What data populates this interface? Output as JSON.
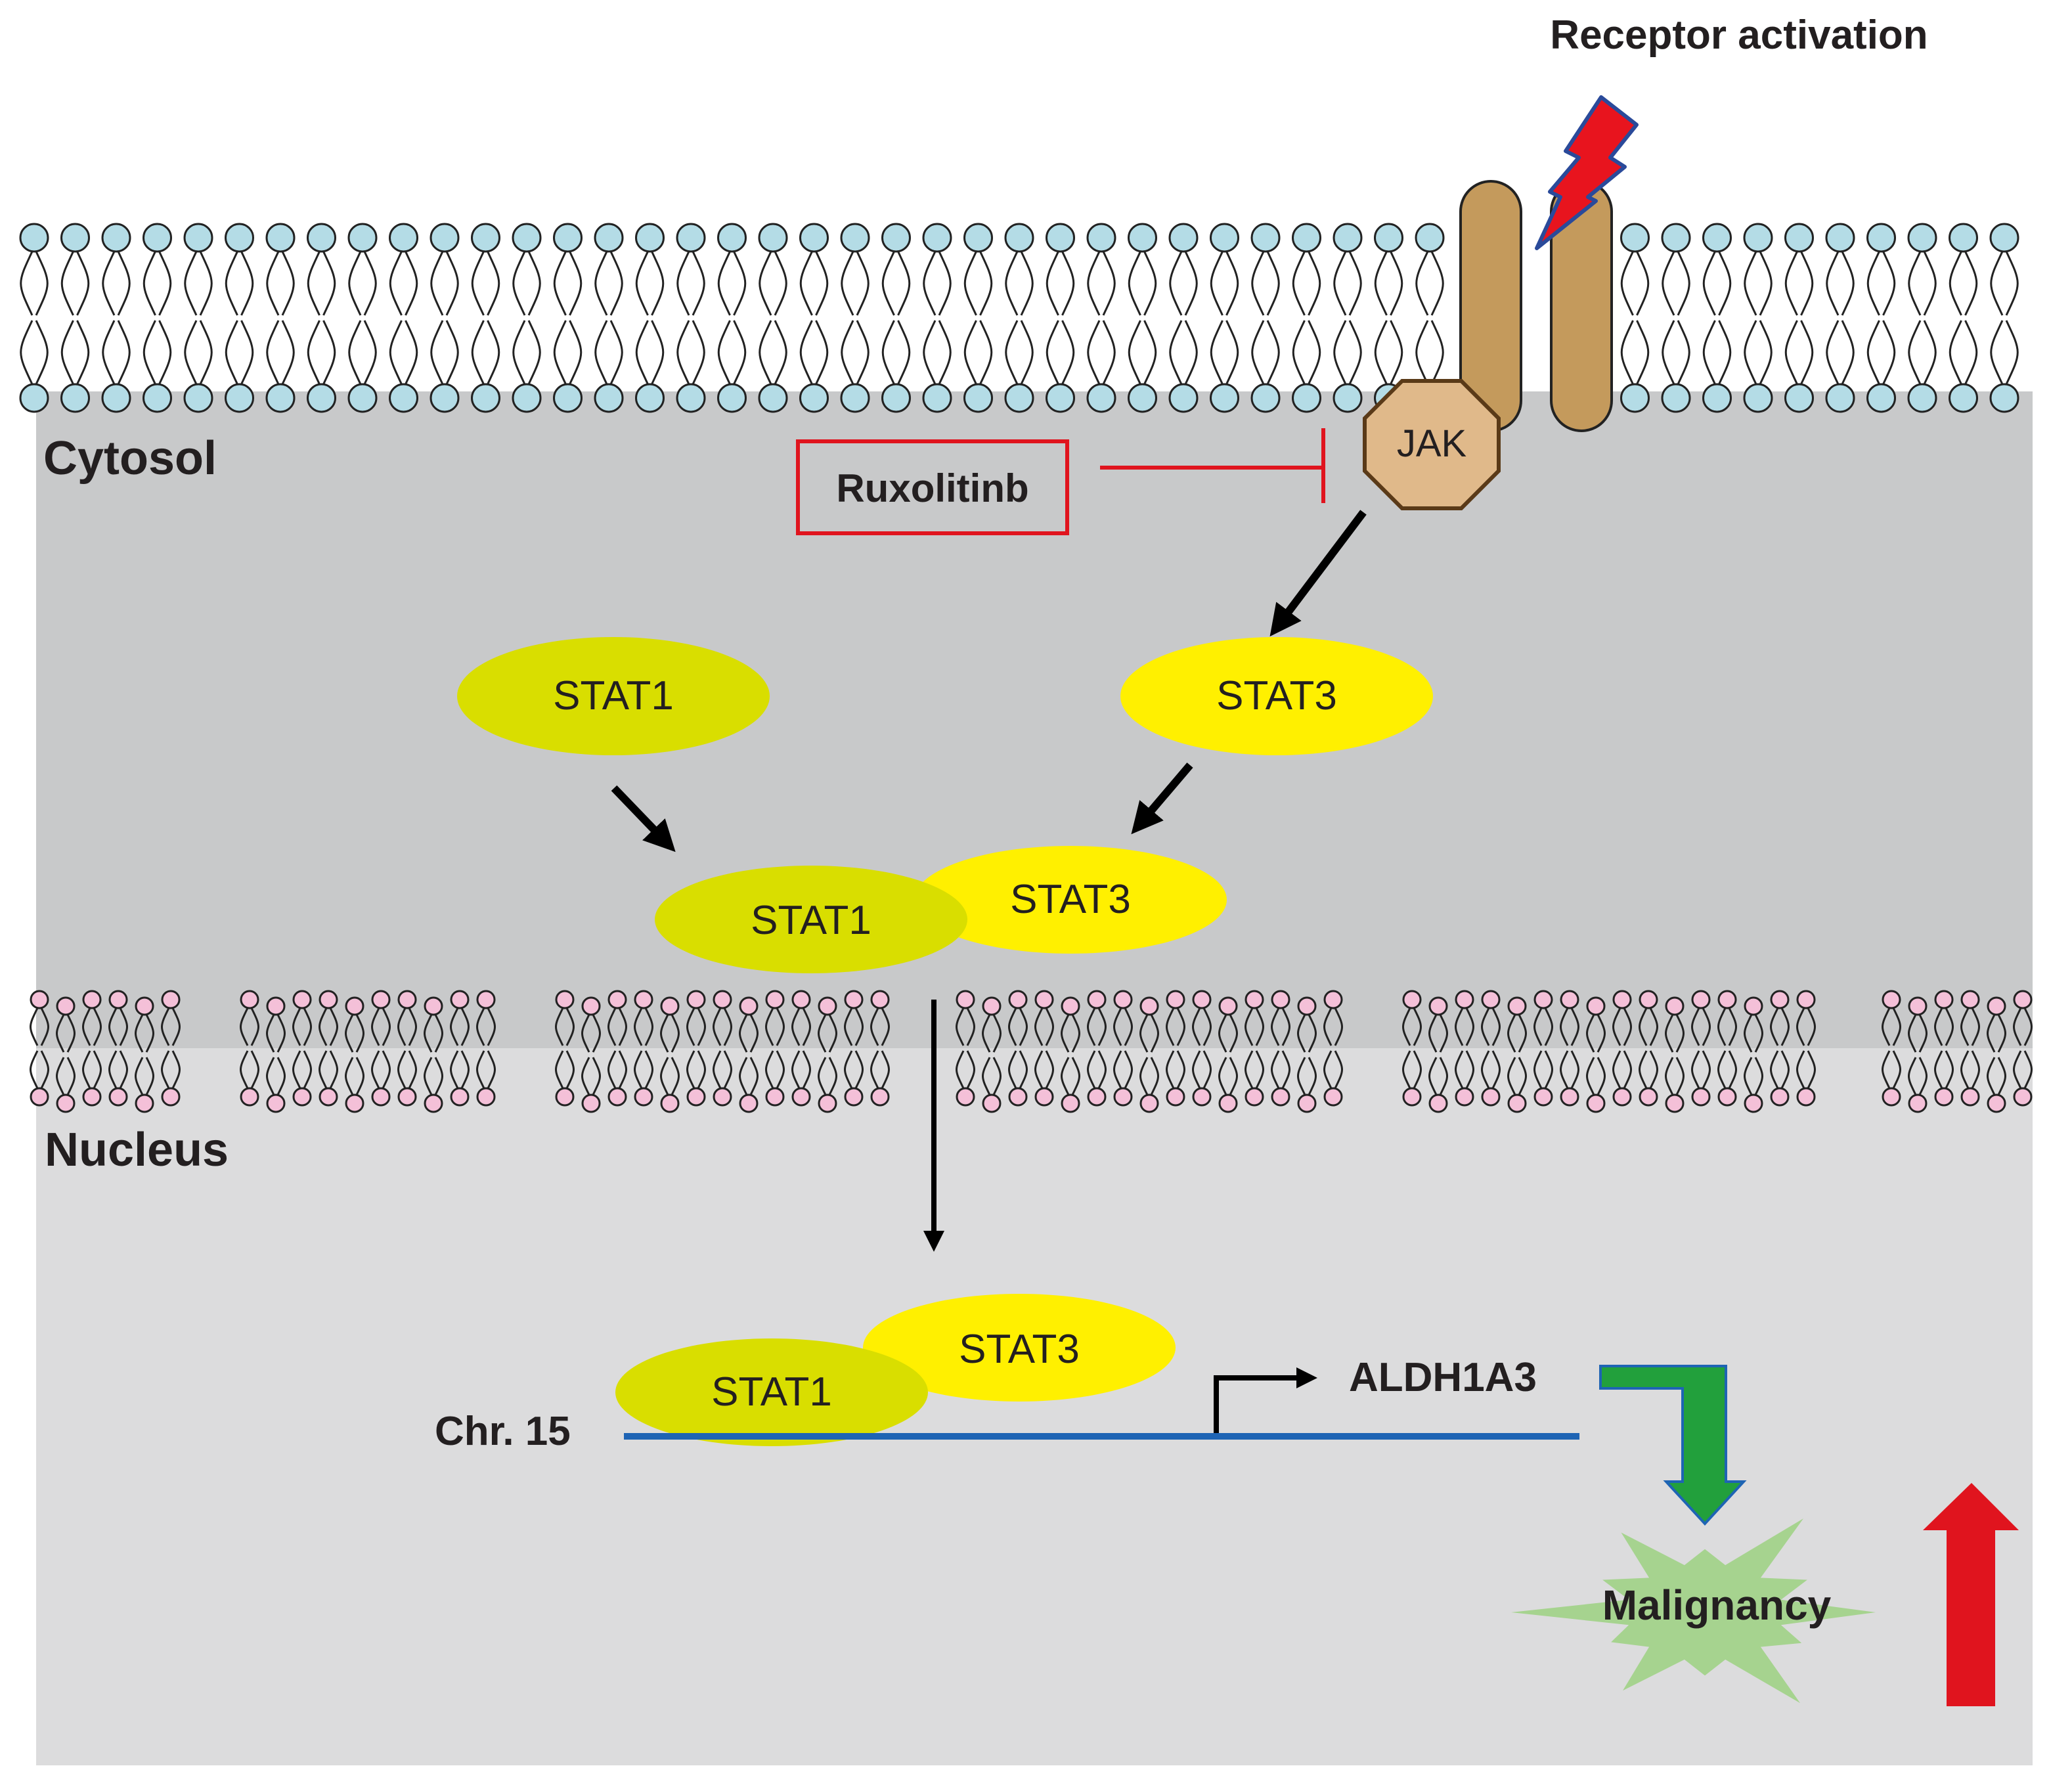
{
  "header": {
    "receptor_activation": "Receptor activation"
  },
  "compartments": {
    "cytosol": "Cytosol",
    "nucleus": "Nucleus"
  },
  "kinase": {
    "label": "JAK"
  },
  "inhibitor": {
    "label": "Ruxolitinb"
  },
  "proteins": {
    "stat1_free": "STAT1",
    "stat3_free": "STAT3",
    "stat1_dimer_cytosol": "STAT1",
    "stat3_dimer_cytosol": "STAT3",
    "stat1_dimer_nucleus": "STAT1",
    "stat3_dimer_nucleus": "STAT3"
  },
  "chromosome": {
    "label": "Chr. 15"
  },
  "gene": {
    "label": "ALDH1A3"
  },
  "outcome": {
    "label": "Malignancy"
  },
  "colors": {
    "cytosol_bg": "#c8c9ca",
    "nucleus_bg": "#dcdcdd",
    "stat1": "#d9de00",
    "stat3": "#fff000",
    "receptor": "#c49a5c",
    "jak": "#e0b98a",
    "inhibit": "#e0141e",
    "dna": "#1e64b4",
    "green_arrow": "#22a03c",
    "burst": "#a6d38f",
    "up_arrow": "#e0141e",
    "outer_head": "#b4dce6",
    "nuclear_head": "#f4c0d8"
  },
  "icons": {
    "lightning": "lightning-bolt-icon",
    "up_arrow": "up-arrow-icon"
  }
}
